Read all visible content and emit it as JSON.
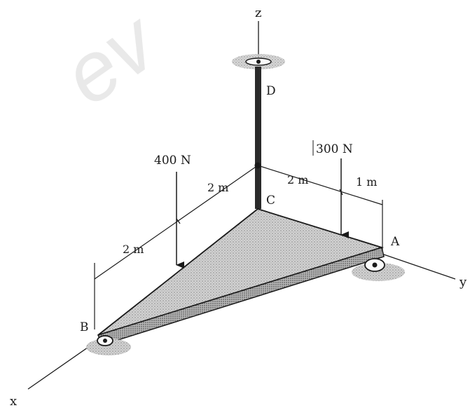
{
  "watermark": "ev",
  "axes": {
    "x": "x",
    "y": "y",
    "z": "z"
  },
  "points": {
    "A": "A",
    "B": "B",
    "C": "C",
    "D": "D"
  },
  "forces": [
    {
      "id": "force_left",
      "label": "400 N"
    },
    {
      "id": "force_right",
      "label": "300 N"
    }
  ],
  "dimensions": {
    "cb_outer": "2 m",
    "cb_inner": "2 m",
    "ca_inner": "2 m",
    "ca_outer": "1 m"
  },
  "colors": {
    "line": "#1a1a1a",
    "plate": "#bdbdbd",
    "support": "#9a9a9a"
  }
}
